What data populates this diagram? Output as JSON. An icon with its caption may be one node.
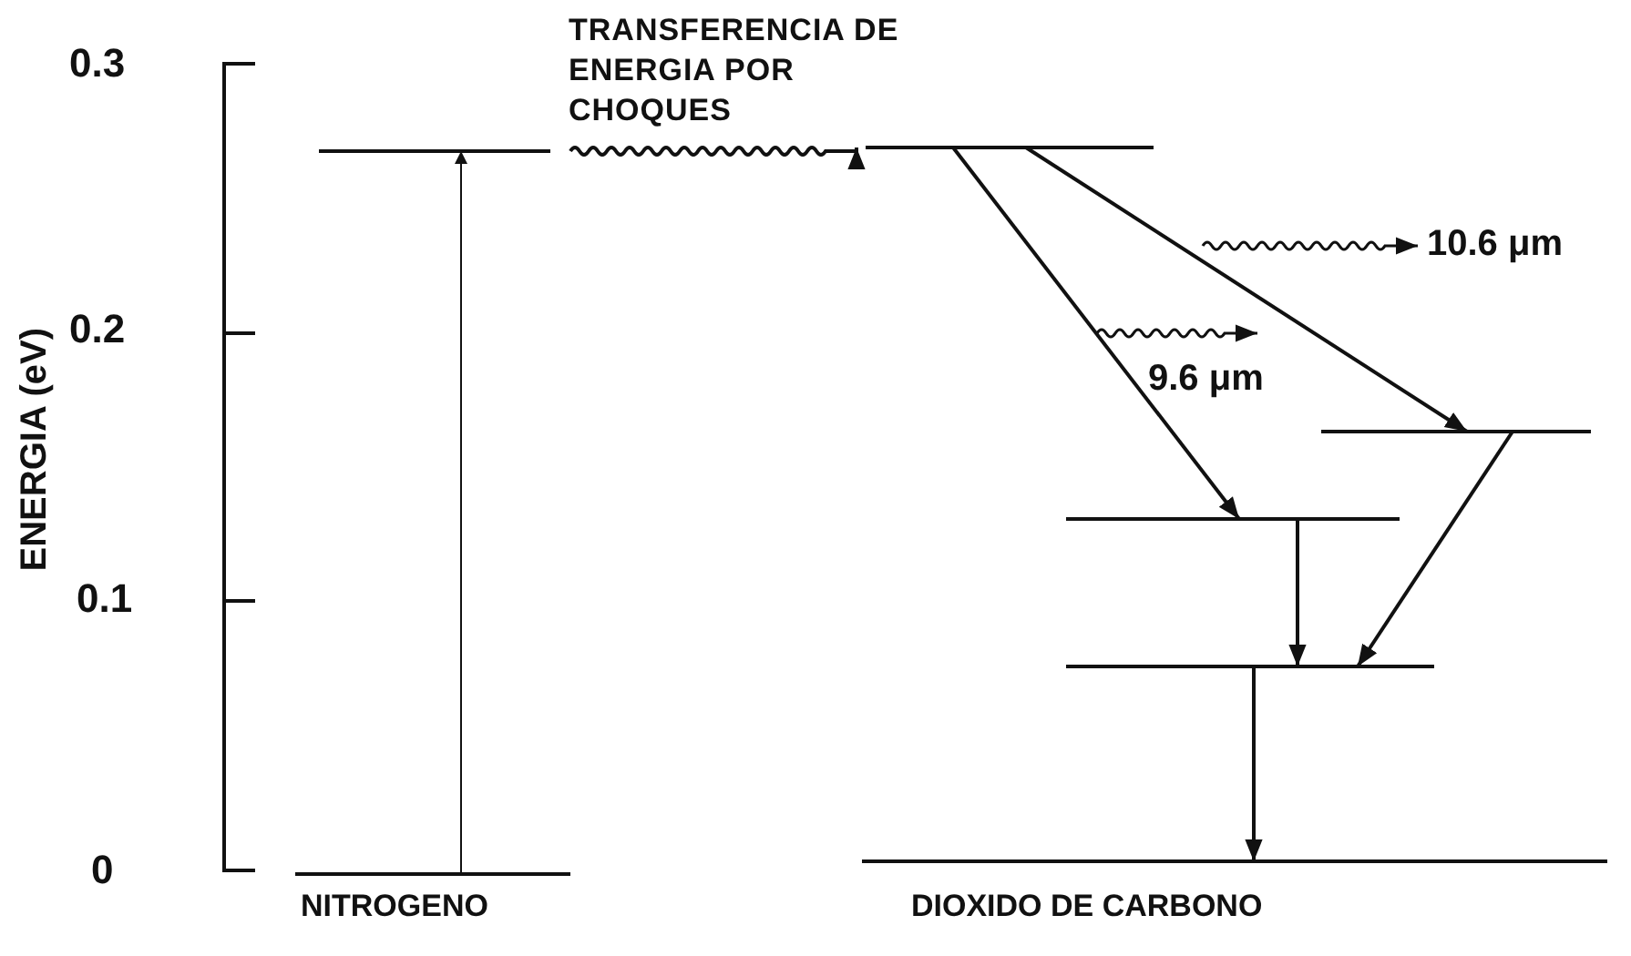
{
  "diagram": {
    "nodes": [
      {
        "text": [],
        "shape": "bar"
      },
      {
        "text": [],
        "shape": "bar"
      },
      {
        "text": [],
        "shape": "bar"
      },
      {
        "text": [],
        "shape": "bar"
      },
      {
        "text": [],
        "shape": "bar"
      },
      {
        "text": [],
        "shape": "bar"
      },
      {
        "text": [],
        "shape": "bar"
      }
    ],
    "edges": [
      {
        "from": 0,
        "to": 1,
        "arrow": "to"
      },
      {
        "from": 1,
        "to": 2,
        "arrow": "to",
        "label": "TRANSFERENCIA DE ENERGIA POR CHOQUES"
      },
      {
        "from": 2,
        "to": 4,
        "arrow": "to"
      },
      {
        "from": 2,
        "to": 3,
        "arrow": "to"
      },
      {
        "from": 4,
        "to": 5,
        "arrow": "to"
      },
      {
        "from": 3,
        "to": 5,
        "arrow": "to"
      },
      {
        "from": 5,
        "to": 6,
        "arrow": "to"
      }
    ],
    "labels": [
      "0.3",
      "0.2",
      "0.1",
      "0",
      "ENERGIA (eV)",
      "10.6 μm",
      "9.6 μm",
      "NITROGENO",
      "DIOXIDO DE CARBONO"
    ]
  }
}
